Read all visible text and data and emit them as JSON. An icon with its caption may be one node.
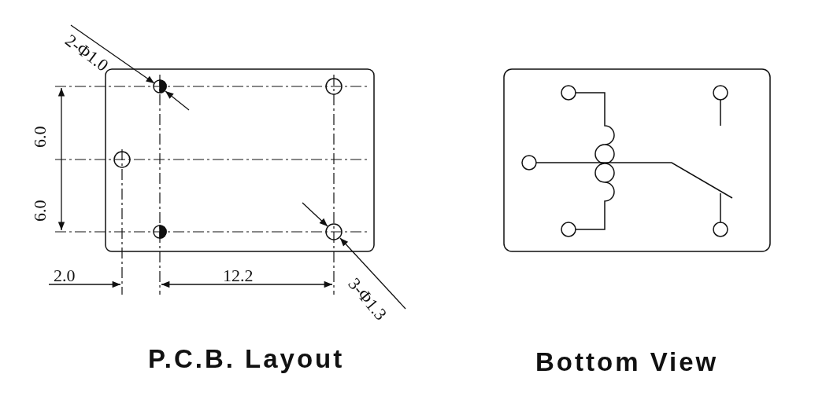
{
  "diagram": {
    "labels": [
      "2-Φ1.0",
      "6.0",
      "6.0",
      "3-Φ1.3",
      "2.0",
      "12.2",
      "P.C.B. Layout",
      "Bottom View"
    ]
  }
}
